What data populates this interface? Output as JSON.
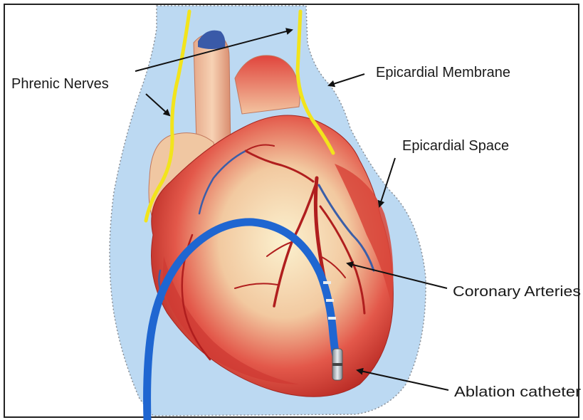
{
  "labels": {
    "phrenic_nerves": "Phrenic Nerves",
    "epicardial_membrane": "Epicardial Membrane",
    "epicardial_space": "Epicardial Space",
    "coronary_arteries": "Coronary Arteries",
    "ablation_catheter": "Ablation catheter"
  },
  "colors": {
    "epicardial_space": "#bcd9f2",
    "membrane_outline": "#8a8f96",
    "phrenic_nerve": "#f2e41c",
    "heart_base": "#e5463a",
    "heart_highlight": "#f6e6b8",
    "vessel": "#b01e1e",
    "vein": "#3b5ea8",
    "catheter": "#1f66d1",
    "arrow": "#111111"
  }
}
